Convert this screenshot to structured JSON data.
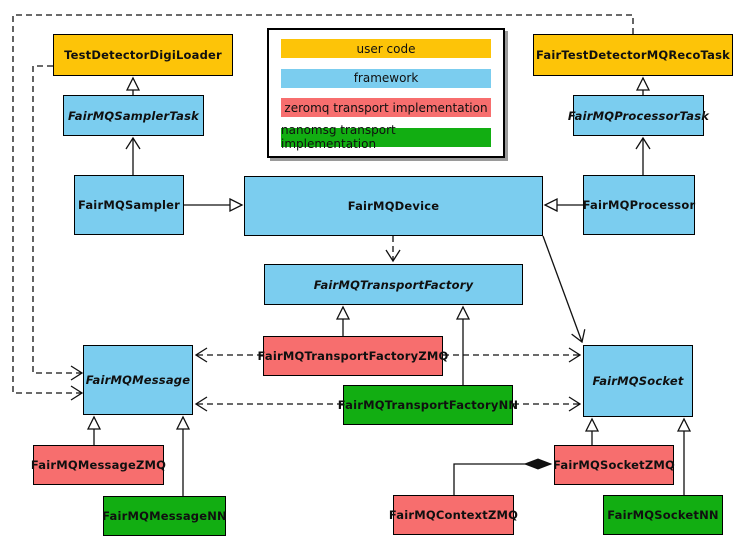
{
  "colors": {
    "user_code": "#FDC408",
    "framework": "#7BCDEF",
    "zeromq": "#F76E6E",
    "nanomsg": "#12AE12",
    "line": "#111111",
    "background": "#FFFFFF"
  },
  "legend": {
    "items": [
      {
        "label": "user code",
        "category": "user_code"
      },
      {
        "label": "framework",
        "category": "framework"
      },
      {
        "label": "zeromq transport implementation",
        "category": "zeromq"
      },
      {
        "label": "nanomsg transport implementation",
        "category": "nanomsg"
      }
    ]
  },
  "nodes": {
    "test_detector_digi_loader": {
      "label": "TestDetectorDigiLoader",
      "category": "user_code",
      "abstract": false
    },
    "fair_test_detector_mq_reco_task": {
      "label": "FairTestDetectorMQRecoTask",
      "category": "user_code",
      "abstract": false
    },
    "fair_mq_sampler_task": {
      "label": "FairMQSamplerTask",
      "category": "framework",
      "abstract": true
    },
    "fair_mq_processor_task": {
      "label": "FairMQProcessorTask",
      "category": "framework",
      "abstract": true
    },
    "fair_mq_sampler": {
      "label": "FairMQSampler",
      "category": "framework",
      "abstract": false
    },
    "fair_mq_device": {
      "label": "FairMQDevice",
      "category": "framework",
      "abstract": false
    },
    "fair_mq_processor": {
      "label": "FairMQProcessor",
      "category": "framework",
      "abstract": false
    },
    "fair_mq_transport_factory": {
      "label": "FairMQTransportFactory",
      "category": "framework",
      "abstract": true
    },
    "fair_mq_transport_factory_zmq": {
      "label": "FairMQTransportFactoryZMQ",
      "category": "zeromq",
      "abstract": false
    },
    "fair_mq_transport_factory_nn": {
      "label": "FairMQTransportFactoryNN",
      "category": "nanomsg",
      "abstract": false
    },
    "fair_mq_message": {
      "label": "FairMQMessage",
      "category": "framework",
      "abstract": true
    },
    "fair_mq_socket": {
      "label": "FairMQSocket",
      "category": "framework",
      "abstract": true
    },
    "fair_mq_message_zmq": {
      "label": "FairMQMessageZMQ",
      "category": "zeromq",
      "abstract": false
    },
    "fair_mq_message_nn": {
      "label": "FairMQMessageNN",
      "category": "nanomsg",
      "abstract": false
    },
    "fair_mq_context_zmq": {
      "label": "FairMQContextZMQ",
      "category": "zeromq",
      "abstract": false
    },
    "fair_mq_socket_zmq": {
      "label": "FairMQSocketZMQ",
      "category": "zeromq",
      "abstract": false
    },
    "fair_mq_socket_nn": {
      "label": "FairMQSocketNN",
      "category": "nanomsg",
      "abstract": false
    }
  },
  "edges": [
    {
      "from": "fair_mq_sampler_task",
      "to": "test_detector_digi_loader",
      "type": "hollow_triangle"
    },
    {
      "from": "fair_mq_processor_task",
      "to": "fair_test_detector_mq_reco_task",
      "type": "hollow_triangle"
    },
    {
      "from": "fair_mq_sampler",
      "to": "fair_mq_sampler_task",
      "type": "open_vee"
    },
    {
      "from": "fair_mq_processor",
      "to": "fair_mq_processor_task",
      "type": "open_vee"
    },
    {
      "from": "fair_mq_sampler",
      "to": "fair_mq_device",
      "type": "hollow_triangle"
    },
    {
      "from": "fair_mq_processor",
      "to": "fair_mq_device",
      "type": "hollow_triangle"
    },
    {
      "from": "fair_mq_device",
      "to": "fair_mq_transport_factory",
      "type": "dashed_open_vee"
    },
    {
      "from": "fair_mq_device",
      "to": "fair_mq_socket",
      "type": "open_vee"
    },
    {
      "from": "fair_mq_transport_factory_zmq",
      "to": "fair_mq_transport_factory",
      "type": "hollow_triangle"
    },
    {
      "from": "fair_mq_transport_factory_nn",
      "to": "fair_mq_transport_factory",
      "type": "hollow_triangle"
    },
    {
      "from": "fair_mq_transport_factory_zmq",
      "to": "fair_mq_message",
      "type": "dashed_open_vee"
    },
    {
      "from": "fair_mq_transport_factory_zmq",
      "to": "fair_mq_socket",
      "type": "dashed_open_vee"
    },
    {
      "from": "fair_mq_transport_factory_nn",
      "to": "fair_mq_message",
      "type": "dashed_open_vee"
    },
    {
      "from": "fair_mq_transport_factory_nn",
      "to": "fair_mq_socket",
      "type": "dashed_open_vee"
    },
    {
      "from": "fair_mq_message_zmq",
      "to": "fair_mq_message",
      "type": "hollow_triangle"
    },
    {
      "from": "fair_mq_message_nn",
      "to": "fair_mq_message",
      "type": "hollow_triangle"
    },
    {
      "from": "fair_mq_socket_zmq",
      "to": "fair_mq_socket",
      "type": "hollow_triangle"
    },
    {
      "from": "fair_mq_socket_nn",
      "to": "fair_mq_socket",
      "type": "hollow_triangle"
    },
    {
      "from": "fair_mq_context_zmq",
      "to": "fair_mq_socket_zmq",
      "type": "filled_diamond"
    },
    {
      "from": "fair_test_detector_mq_reco_task",
      "to": "fair_mq_message",
      "type": "dashed_open_vee"
    },
    {
      "from": "test_detector_digi_loader",
      "to": "fair_mq_message",
      "type": "dashed_open_vee"
    }
  ]
}
